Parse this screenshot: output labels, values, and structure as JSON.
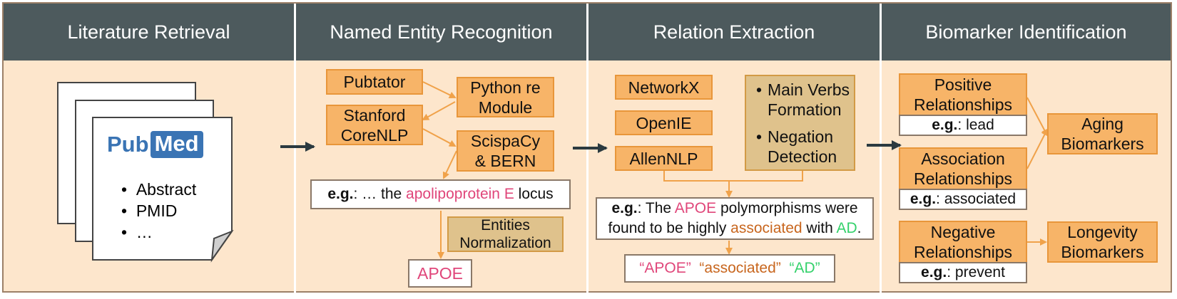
{
  "headers": [
    "Literature Retrieval",
    "Named Entity Recognition",
    "Relation Extraction",
    "Biomarker Identification"
  ],
  "retrieval": {
    "logo_left": "Pub",
    "logo_right": "Med",
    "bullets": [
      "Abstract",
      "PMID",
      "…"
    ]
  },
  "ner": {
    "pubtator": "Pubtator",
    "stanford": [
      "Stanford",
      "CoreNLP"
    ],
    "python_re": [
      "Python re",
      "Module"
    ],
    "scispacy": [
      "ScispaCy",
      "& BERN"
    ],
    "example": {
      "prefix": "e.g.",
      "colon": ":",
      "before": " … the ",
      "entity": "apolipoprotein E",
      "after": " locus"
    },
    "normalization": [
      "Entities",
      "Normalization"
    ],
    "result": "APOE"
  },
  "relation": {
    "networkx": "NetworkX",
    "openie": "OpenIE",
    "allennlp": "AllenNLP",
    "verbs": [
      "Main Verbs",
      "Formation"
    ],
    "negation": [
      "Negation",
      "Detection"
    ],
    "example": {
      "prefix": "e.g.",
      "colon": ":",
      "t1": " The ",
      "entity1": "APOE",
      "t2": " polymorphisms were",
      "t3": "found to be highly ",
      "relation": "associated",
      "t4": " with ",
      "entity2": "AD",
      "t5": "."
    },
    "triple": [
      "“APOE”",
      "“associated”",
      "“AD”"
    ]
  },
  "biomarker": {
    "positive": {
      "label": [
        "Positive",
        "Relationships"
      ],
      "example_prefix": "e.g.",
      "example": ": lead"
    },
    "association": {
      "label": [
        "Association",
        "Relationships"
      ],
      "example_prefix": "e.g.",
      "example": ": associated"
    },
    "negative": {
      "label": [
        "Negative",
        "Relationships"
      ],
      "example_prefix": "e.g.",
      "example": ": prevent"
    },
    "aging": [
      "Aging",
      "Biomarkers"
    ],
    "longevity": [
      "Longevity",
      "Biomarkers"
    ]
  },
  "colors": {
    "header_bg": "#4d5a5d",
    "panel_bg": "#fde6cc",
    "orange_box": "#f7b468",
    "tan_box": "#dfc28c",
    "entity_pink": "#e0467a",
    "relation_brown": "#c8661e",
    "entity_green": "#34d16b",
    "arrow_orange": "#f0a24a",
    "flow_arrow": "#2b3a40"
  }
}
